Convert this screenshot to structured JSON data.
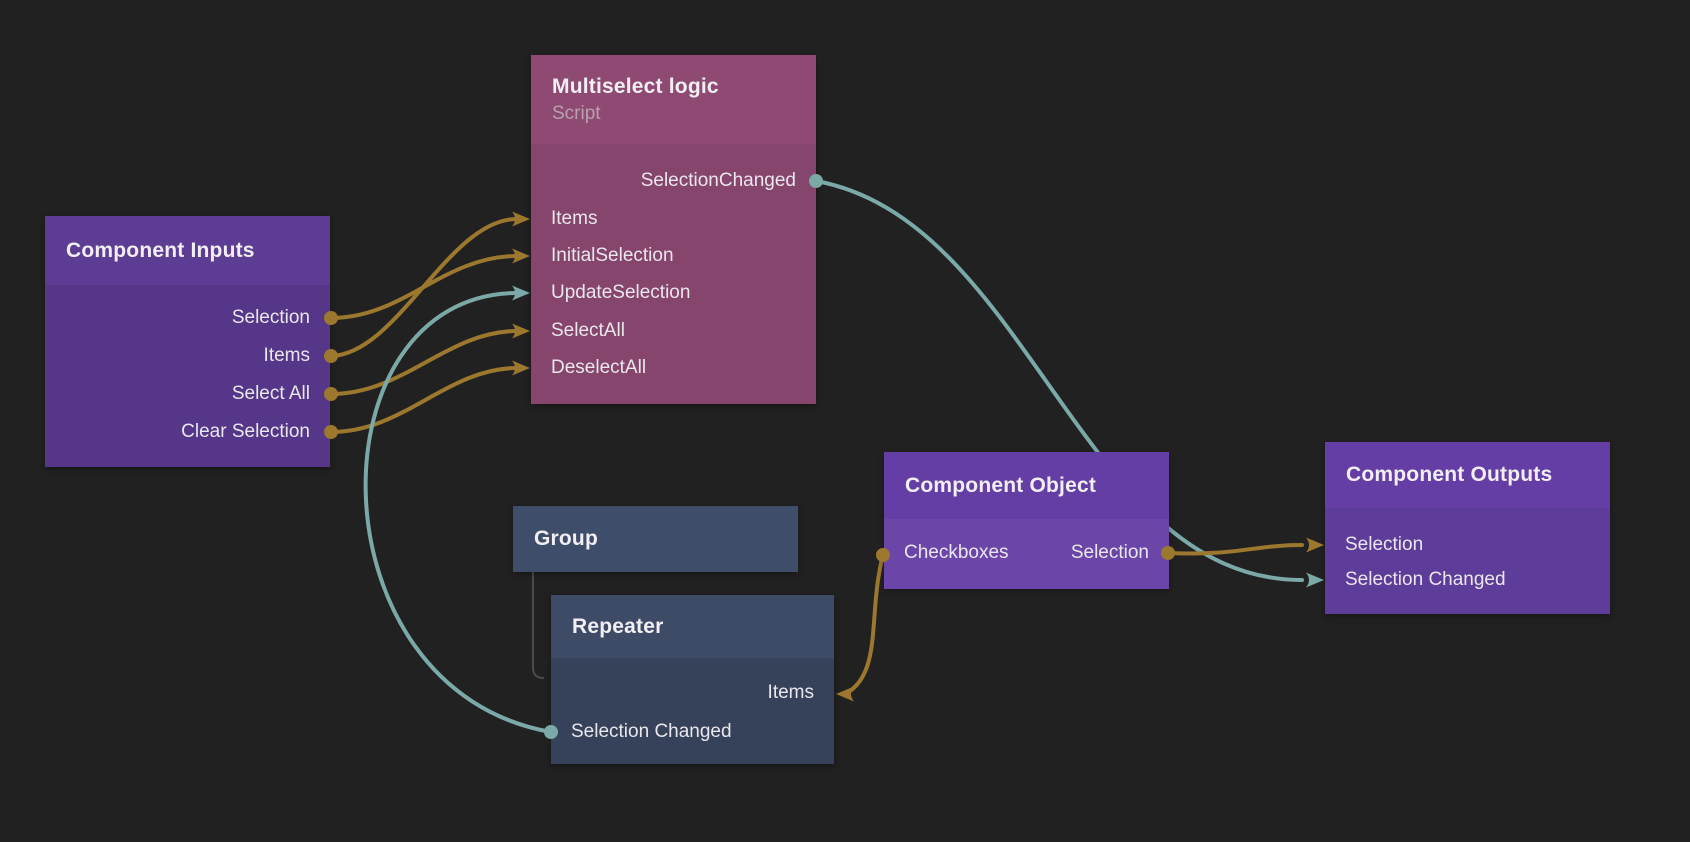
{
  "app": {
    "kind": "node-graph-editor-canvas",
    "background_color": "#212121"
  },
  "colors": {
    "wire_gold": "#9C782E",
    "wire_teal": "#7AA9A8",
    "node_pink_header": "#8E4A73",
    "node_pink_body": "#86456C",
    "node_purple_header": "#643EA4",
    "node_purple_body": "#5E3C99",
    "node_blue_header": "#3E4B67",
    "node_blue_body": "#364259",
    "hierarchy_line": "#4B4B4B"
  },
  "nodes": {
    "multiselect_logic": {
      "title": "Multiselect logic",
      "subtitle": "Script",
      "ports": [
        {
          "label": "SelectionChanged",
          "direction": "output",
          "side": "right"
        },
        {
          "label": "Items",
          "direction": "input",
          "side": "left"
        },
        {
          "label": "InitialSelection",
          "direction": "input",
          "side": "left"
        },
        {
          "label": "UpdateSelection",
          "direction": "input",
          "side": "left"
        },
        {
          "label": "SelectAll",
          "direction": "input",
          "side": "left"
        },
        {
          "label": "DeselectAll",
          "direction": "input",
          "side": "left"
        }
      ]
    },
    "component_inputs": {
      "title": "Component Inputs",
      "ports": [
        {
          "label": "Selection",
          "direction": "output",
          "side": "right"
        },
        {
          "label": "Items",
          "direction": "output",
          "side": "right"
        },
        {
          "label": "Select All",
          "direction": "output",
          "side": "right"
        },
        {
          "label": "Clear Selection",
          "direction": "output",
          "side": "right"
        }
      ]
    },
    "group": {
      "title": "Group",
      "ports": []
    },
    "repeater": {
      "title": "Repeater",
      "ports": [
        {
          "label": "Items",
          "direction": "input",
          "side": "right"
        },
        {
          "label": "Selection Changed",
          "direction": "output",
          "side": "left"
        }
      ]
    },
    "component_object": {
      "title": "Component Object",
      "ports": [
        {
          "label": "Checkboxes",
          "direction": "output",
          "side": "left"
        },
        {
          "label": "Selection",
          "direction": "output",
          "side": "right"
        }
      ]
    },
    "component_outputs": {
      "title": "Component Outputs",
      "ports": [
        {
          "label": "Selection",
          "direction": "input",
          "side": "left"
        },
        {
          "label": "Selection Changed",
          "direction": "input",
          "side": "left"
        }
      ]
    }
  },
  "connections": [
    {
      "from": "Component Inputs.Items",
      "to": "Multiselect logic.Items",
      "color": "gold"
    },
    {
      "from": "Component Inputs.Selection",
      "to": "Multiselect logic.InitialSelection",
      "color": "gold"
    },
    {
      "from": "Component Inputs.Select All",
      "to": "Multiselect logic.SelectAll",
      "color": "gold"
    },
    {
      "from": "Component Inputs.Clear Selection",
      "to": "Multiselect logic.DeselectAll",
      "color": "gold"
    },
    {
      "from": "Repeater.Selection Changed",
      "to": "Multiselect logic.UpdateSelection",
      "color": "teal"
    },
    {
      "from": "Multiselect logic.SelectionChanged",
      "to": "Component Outputs.Selection Changed",
      "color": "teal"
    },
    {
      "from": "Component Object.Selection",
      "to": "Component Outputs.Selection",
      "color": "gold"
    },
    {
      "from": "Component Object.Checkboxes",
      "to": "Repeater.Items",
      "color": "gold"
    }
  ],
  "hierarchy": [
    {
      "parent": "Group",
      "child": "Repeater"
    }
  ]
}
